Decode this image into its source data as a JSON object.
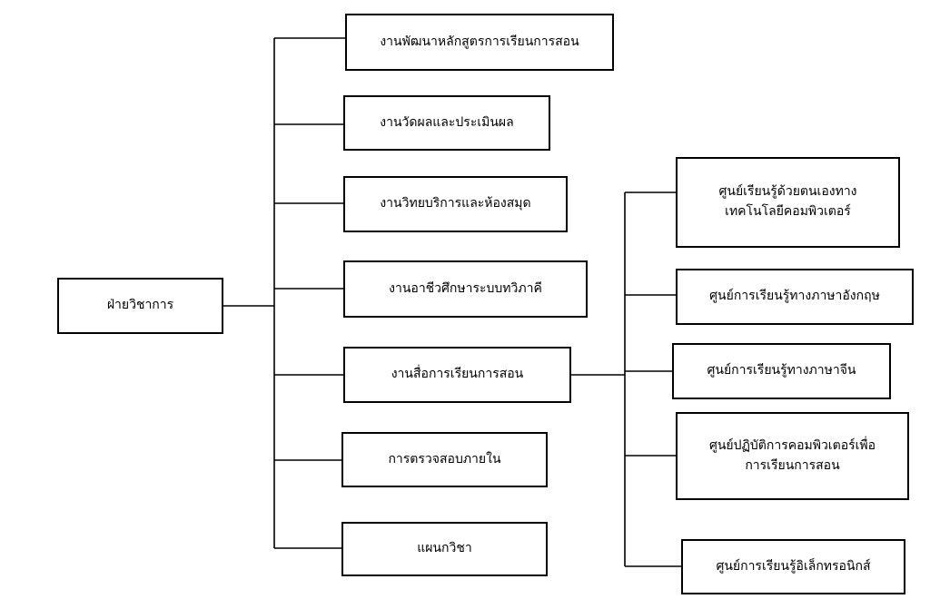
{
  "root": {
    "label": "ฝ่ายวิชาการ"
  },
  "branches": [
    {
      "label": "งานพัฒนาหลักสูตรการเรียนการสอน"
    },
    {
      "label": "งานวัดผลและประเมินผล"
    },
    {
      "label": "งานวิทยบริการและห้องสมุด"
    },
    {
      "label": "งานอาชีวศึกษาระบบทวิภาคี"
    },
    {
      "label": "งานสื่อการเรียนการสอน"
    },
    {
      "label": "การตรวจสอบภายใน"
    },
    {
      "label": "แผนกวิชา"
    }
  ],
  "sub_branches": [
    {
      "lines": [
        "ศูนย์เรียนรู้ด้วยตนเองทาง",
        "เทคโนโลยีคอมพิวเตอร์"
      ]
    },
    {
      "lines": [
        "ศูนย์การเรียนรู้ทางภาษาอังกฤษ"
      ]
    },
    {
      "lines": [
        "ศูนย์การเรียนรู้ทางภาษาจีน"
      ]
    },
    {
      "lines": [
        "ศูนย์ปฏิบัติการคอมพิวเตอร์เพื่อ",
        "การเรียนการสอน"
      ]
    },
    {
      "lines": [
        "ศูนย์การเรียนรู้อิเล็กทรอนิกส์"
      ]
    }
  ]
}
